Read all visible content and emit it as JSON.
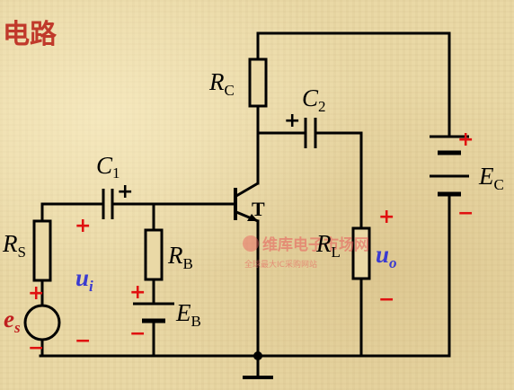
{
  "title": "电路",
  "components": {
    "rs": {
      "main": "R",
      "sub": "S"
    },
    "rb": {
      "main": "R",
      "sub": "B"
    },
    "rc": {
      "main": "R",
      "sub": "C"
    },
    "rl": {
      "main": "R",
      "sub": "L"
    },
    "c1": {
      "main": "C",
      "sub": "1"
    },
    "c2": {
      "main": "C",
      "sub": "2"
    },
    "eb": {
      "main": "E",
      "sub": "B"
    },
    "ec": {
      "main": "E",
      "sub": "C"
    },
    "es": {
      "main": "e",
      "sub": "s"
    },
    "ui": {
      "main": "u",
      "sub": "i"
    },
    "uo": {
      "main": "u",
      "sub": "o"
    },
    "transistor": "T"
  },
  "polarity": {
    "plus": "+",
    "minus": "−"
  },
  "watermark": {
    "main": "维库电子市场网",
    "sub": "全球最大IC采购网站"
  },
  "colors": {
    "title": "#c0392b",
    "polarity": "#e01010",
    "signal": "#3a3ad0",
    "source": "#c02020",
    "background": "#ead9a6"
  }
}
